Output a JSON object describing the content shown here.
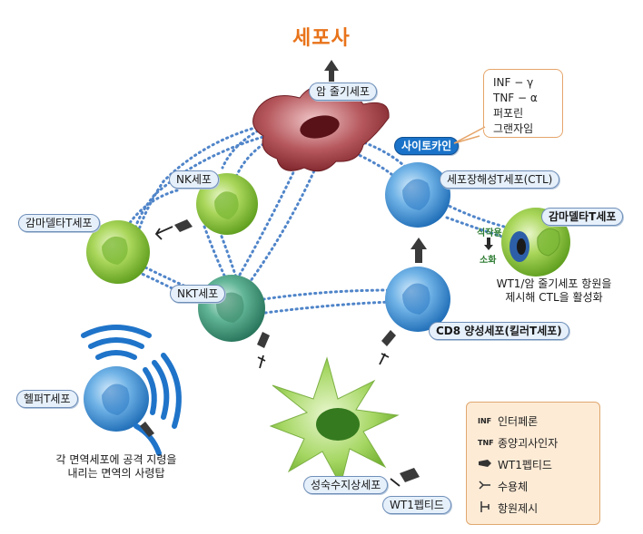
{
  "title": "세포사",
  "labels": {
    "cancer_stem_cell": "암 줄기세포",
    "cytokine": "사이토카인",
    "ctl": "세포장해성T세포(CTL)",
    "nk": "NK세포",
    "gamma_delta_left": "감마델타T세포",
    "gamma_delta_right": "감마델타T세포",
    "nkt": "NKT세포",
    "cd8": "CD8 양성세포(킬러T세포)",
    "helper": "헬퍼T세포",
    "dendritic": "성숙수지상세포",
    "wt1_peptide": "WT1펩티드"
  },
  "callout": [
    "INF − γ",
    "TNF − α",
    "퍼포린",
    "그랜자임"
  ],
  "phago": {
    "top": "식작용",
    "bottom": "소화"
  },
  "notes": {
    "right": [
      "WT1/암 줄기세포 항원을",
      "제시해 CTL을 활성화"
    ],
    "helper": [
      "각 면역세포에 공격 지령을",
      "내리는 면역의 사령탑"
    ]
  },
  "legend": [
    {
      "key": "INF",
      "text": "인터페론"
    },
    {
      "key": "TNF",
      "text": "종양괴사인자"
    },
    {
      "key": "peptide-icon",
      "text": "WT1펩티드"
    },
    {
      "key": "receptor-icon",
      "text": "수용체"
    },
    {
      "key": "antigen-presentation-icon",
      "text": "항원제시"
    }
  ],
  "colors": {
    "title": "#e8731a",
    "green_cell": "#8cc63f",
    "blue_cell": "#3d8fd6",
    "teal_cell": "#3f9e7c",
    "cancer_cell": "#a04046",
    "dots": "#3e78c4"
  }
}
